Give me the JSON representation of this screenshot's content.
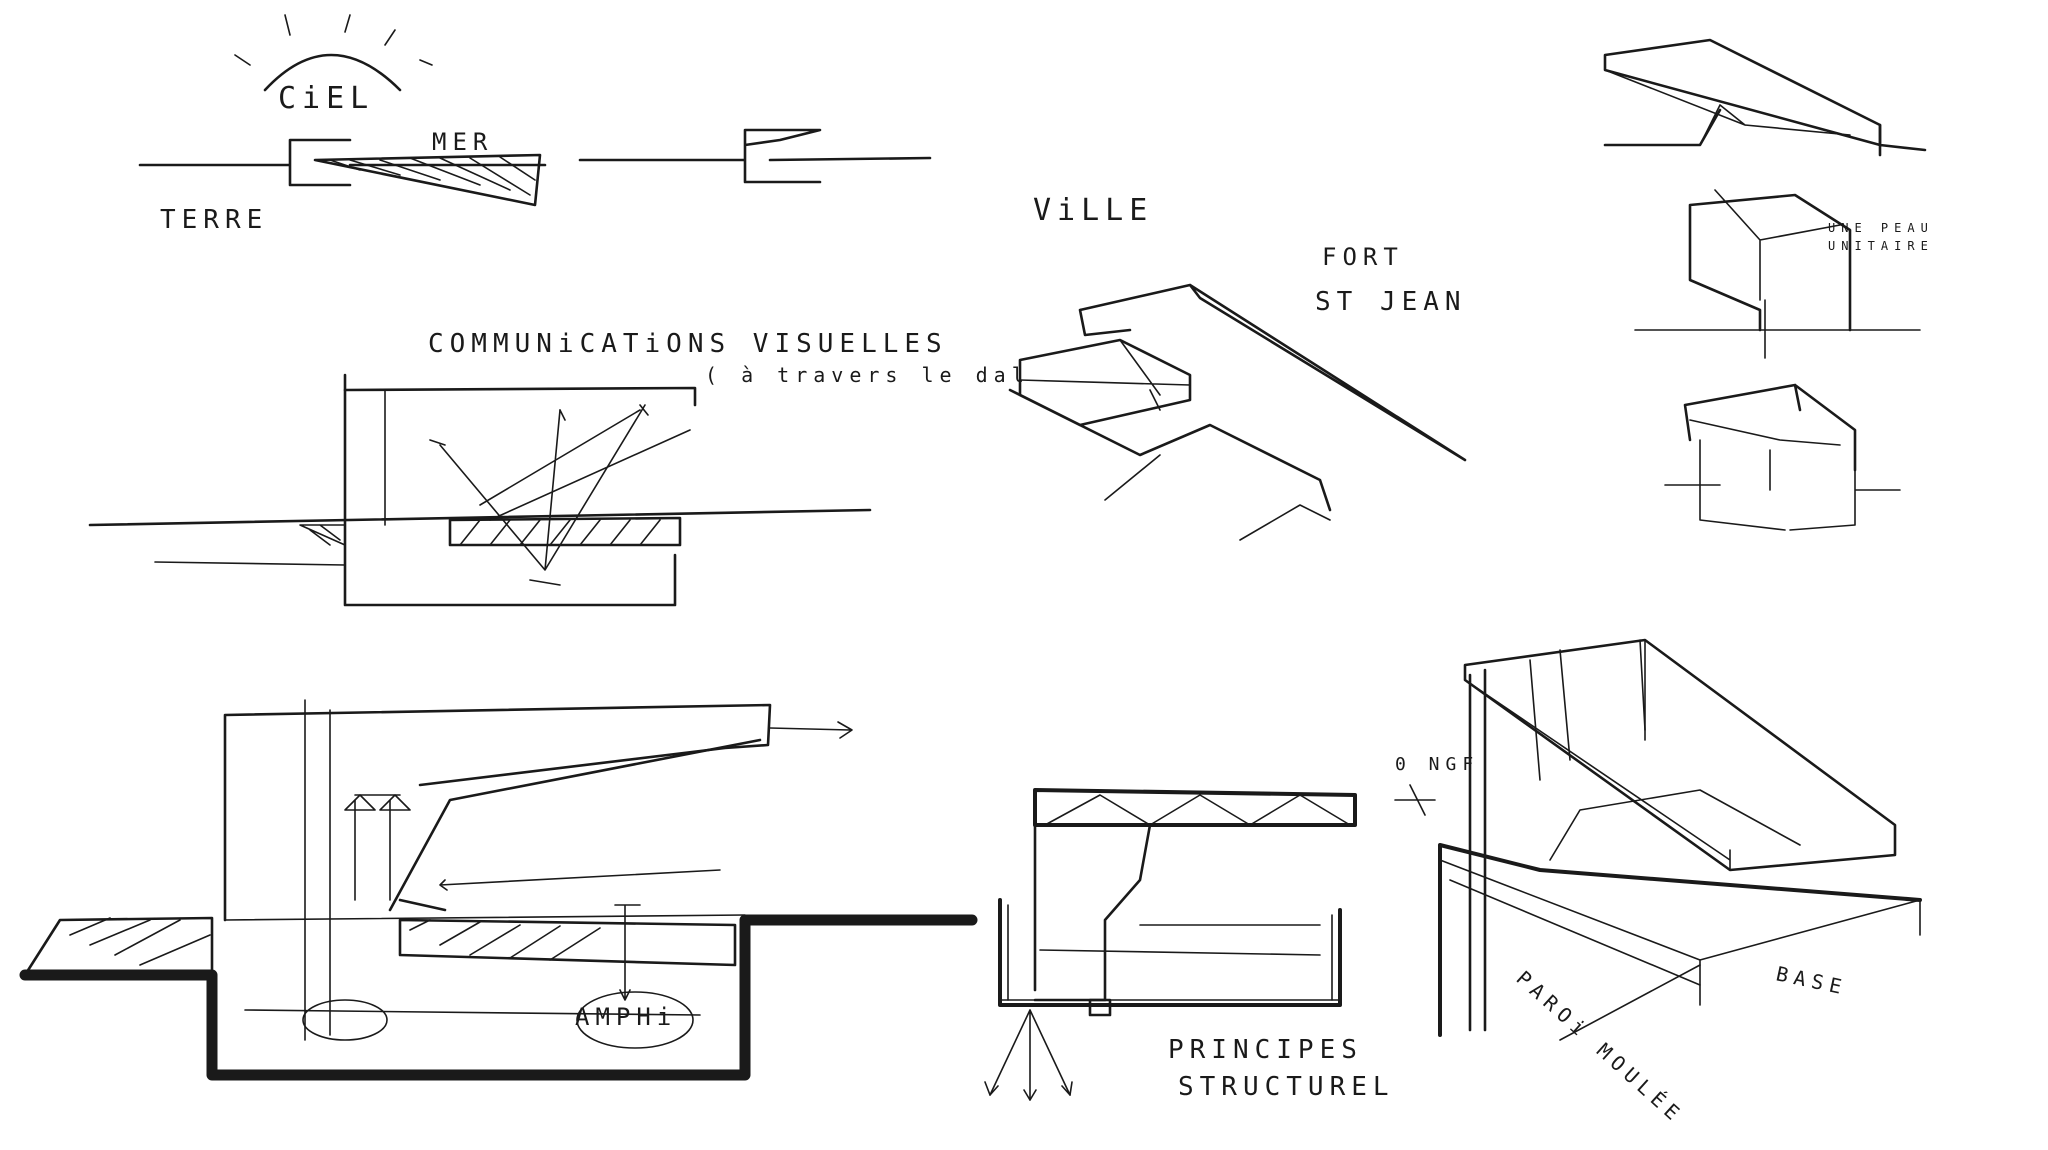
{
  "labels": {
    "ciel": "CiEL",
    "mer": "MER",
    "terre": "TERRE",
    "ville": "ViLLE",
    "fort_line1": "FORT",
    "fort_line2": "ST JEAN",
    "communications": "COMMUNiCATiONS VISUELLES",
    "a_travers": "( à travers le dal",
    "une_peau_line1": "UNE PEAU",
    "une_peau_line2": "UNITAIRE",
    "amphi": "AMPHi",
    "principes_line1": "PRINCIPES",
    "principes_line2": "STRUCTUREL",
    "ngf": "0 NGF",
    "base": "BASE",
    "paroi": "PAROi MOULÉE"
  },
  "colors": {
    "ink": "#1a1a1a",
    "paper": "#ffffff"
  }
}
